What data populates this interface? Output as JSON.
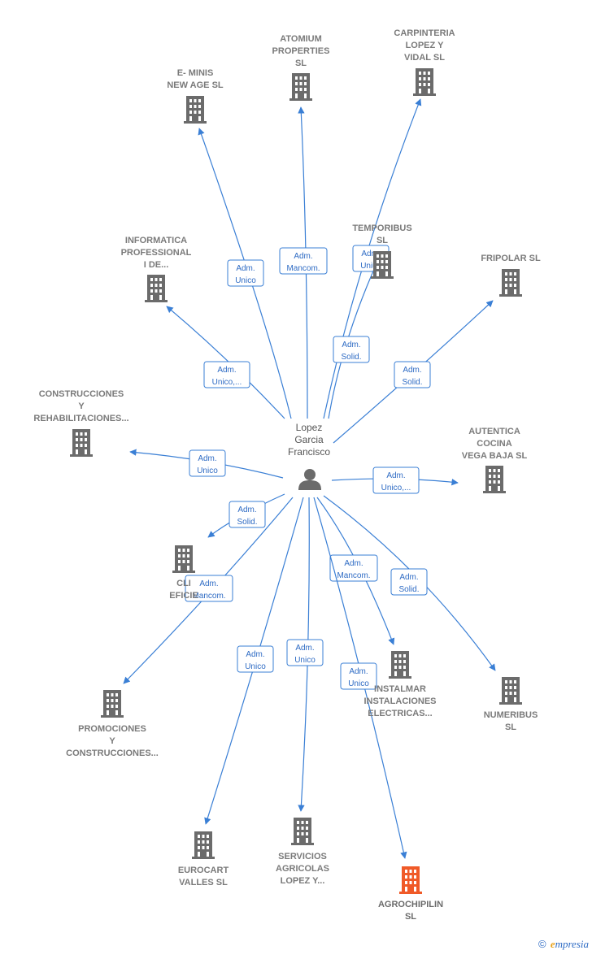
{
  "person": {
    "label_lines": [
      "Lopez",
      "Garcia",
      "Francisco"
    ],
    "icon": "person-icon"
  },
  "colors": {
    "edge": "#3a7fd5",
    "building": "#6b6b6b",
    "highlight": "#f05a28"
  },
  "nodes": [
    {
      "id": "e-minis",
      "lines": [
        "E- MINIS",
        "NEW AGE  SL"
      ],
      "icon": "building-icon",
      "highlight": false
    },
    {
      "id": "atomium",
      "lines": [
        "ATOMIUM",
        "PROPERTIES",
        "SL"
      ],
      "icon": "building-icon",
      "highlight": false
    },
    {
      "id": "carpinteria",
      "lines": [
        "CARPINTERIA",
        "LOPEZ Y",
        "VIDAL  SL"
      ],
      "icon": "building-icon",
      "highlight": false
    },
    {
      "id": "informatica",
      "lines": [
        "INFORMATICA",
        "PROFESSIONAL",
        "I DE..."
      ],
      "icon": "building-icon",
      "highlight": false
    },
    {
      "id": "temporibus",
      "lines": [
        "TEMPORIBUS",
        "SL"
      ],
      "icon": "building-icon",
      "highlight": false
    },
    {
      "id": "fripolar",
      "lines": [
        "FRIPOLAR SL"
      ],
      "icon": "building-icon",
      "highlight": false
    },
    {
      "id": "construcciones-rehab",
      "lines": [
        "CONSTRUCCIONES",
        "Y",
        "REHABILITACIONES..."
      ],
      "icon": "building-icon",
      "highlight": false
    },
    {
      "id": "autentica",
      "lines": [
        "AUTENTICA",
        "COCINA",
        "VEGA BAJA  SL"
      ],
      "icon": "building-icon",
      "highlight": false
    },
    {
      "id": "clinica",
      "lines": [
        "CLI",
        "EFICIE"
      ],
      "icon": "building-icon",
      "highlight": false
    },
    {
      "id": "promociones",
      "lines": [
        "PROMOCIONES",
        "Y",
        "CONSTRUCCIONES..."
      ],
      "icon": "building-icon",
      "highlight": false
    },
    {
      "id": "instalmar",
      "lines": [
        "INSTALMAR",
        "INSTALACIONES",
        "ELECTRICAS..."
      ],
      "icon": "building-icon",
      "highlight": false
    },
    {
      "id": "numeribus",
      "lines": [
        "NUMERIBUS",
        "SL"
      ],
      "icon": "building-icon",
      "highlight": false
    },
    {
      "id": "eurocart",
      "lines": [
        "EUROCART",
        "VALLES SL"
      ],
      "icon": "building-icon",
      "highlight": false
    },
    {
      "id": "servicios",
      "lines": [
        "SERVICIOS",
        "AGRICOLAS",
        "LOPEZ Y..."
      ],
      "icon": "building-icon",
      "highlight": false
    },
    {
      "id": "agrochipilin",
      "lines": [
        "AGROCHIPILIN",
        "SL"
      ],
      "icon": "building-icon",
      "highlight": true
    }
  ],
  "edges": [
    {
      "to": "e-minis",
      "lines": [
        "Adm.",
        "Unico"
      ]
    },
    {
      "to": "atomium",
      "lines": [
        "Adm.",
        "Mancom."
      ]
    },
    {
      "to": "carpinteria",
      "lines": [
        "Adm.",
        "Unico"
      ]
    },
    {
      "to": "temporibus",
      "lines": [
        "Adm.",
        "Solid."
      ]
    },
    {
      "to": "informatica",
      "lines": [
        "Adm.",
        "Unico,..."
      ]
    },
    {
      "to": "fripolar",
      "lines": [
        "Adm.",
        "Solid."
      ]
    },
    {
      "to": "construcciones-rehab",
      "lines": [
        "Adm.",
        "Unico"
      ]
    },
    {
      "to": "autentica",
      "lines": [
        "Adm.",
        "Unico,..."
      ]
    },
    {
      "to": "clinica",
      "lines": [
        "Adm.",
        "Solid."
      ]
    },
    {
      "to": "promociones",
      "lines": [
        "Adm.",
        "Mancom."
      ]
    },
    {
      "to": "instalmar",
      "lines": [
        "Adm.",
        "Mancom."
      ]
    },
    {
      "to": "numeribus",
      "lines": [
        "Adm.",
        "Solid."
      ]
    },
    {
      "to": "eurocart",
      "lines": [
        "Adm.",
        "Unico"
      ]
    },
    {
      "to": "servicios",
      "lines": [
        "Adm.",
        "Unico"
      ]
    },
    {
      "to": "agrochipilin",
      "lines": [
        "Adm.",
        "Unico"
      ]
    }
  ],
  "footer": {
    "copyright": "©",
    "brand_initial": "e",
    "brand_rest": "mpresia"
  }
}
